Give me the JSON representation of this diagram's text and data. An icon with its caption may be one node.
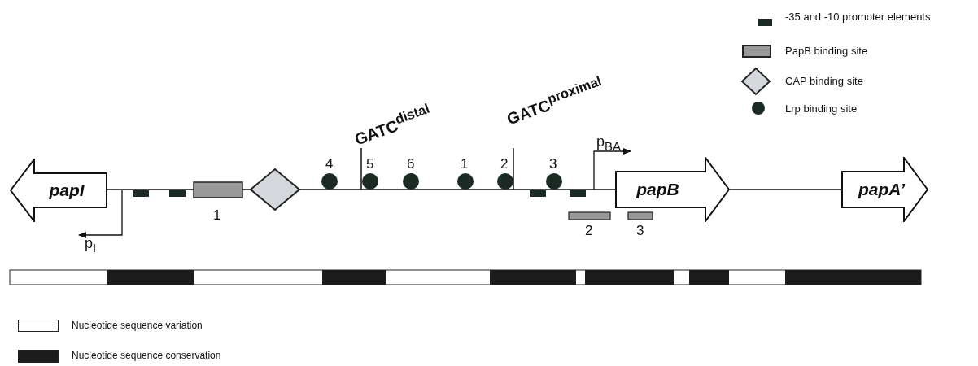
{
  "diagram": {
    "nodes": [
      {
        "text": [
          "papI"
        ]
      },
      {
        "text": [
          "papB"
        ]
      },
      {
        "text": [
          "papA’"
        ]
      }
    ],
    "edges": [
      {
        "from": 0,
        "to": 1,
        "arrow": "none"
      },
      {
        "from": 1,
        "to": 2,
        "arrow": "none"
      }
    ],
    "labels": [
      "GATC$^{distal}$",
      "GATC$^{proximal}$",
      "p$_{BA}$",
      "4",
      "5",
      "6",
      "1",
      "2",
      "3",
      "1",
      "2",
      "3",
      "p$_{I}$"
    ],
    "legend": [
      {
        "text": "-35 and -10 promoter elements"
      },
      {
        "text": "PapB binding site",
        "color": "#999999"
      },
      {
        "text": "CAP binding site"
      },
      {
        "text": "Lrp binding site"
      },
      {
        "text": "Nucleotide sequence variation",
        "color": "#ffffff"
      },
      {
        "text": "Nucleotide sequence conservation",
        "color": "#1c1c1c"
      }
    ]
  }
}
